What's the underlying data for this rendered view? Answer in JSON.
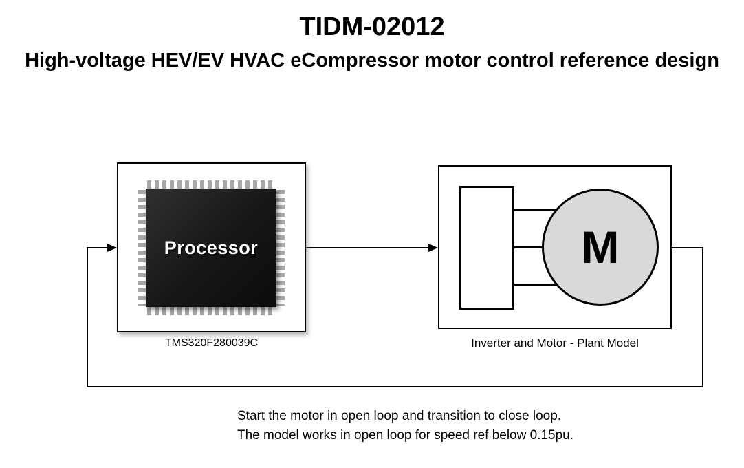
{
  "header": {
    "title": "TIDM-02012",
    "subtitle": "High-voltage HEV/EV HVAC eCompressor motor control reference design"
  },
  "diagram": {
    "processor_block": {
      "chip_label": "Processor",
      "caption": "TMS320F280039C"
    },
    "plant_block": {
      "motor_label": "M",
      "caption": "Inverter and Motor - Plant Model"
    }
  },
  "notes": {
    "line1": "Start the motor in open loop and transition to close loop.",
    "line2": "The model works in open loop for speed ref below 0.15pu."
  },
  "colors": {
    "chip_body": "#161616",
    "chip_pins": "#a8a8a8",
    "motor_fill": "#d9d9d9",
    "wire": "#000000",
    "background": "#ffffff"
  }
}
